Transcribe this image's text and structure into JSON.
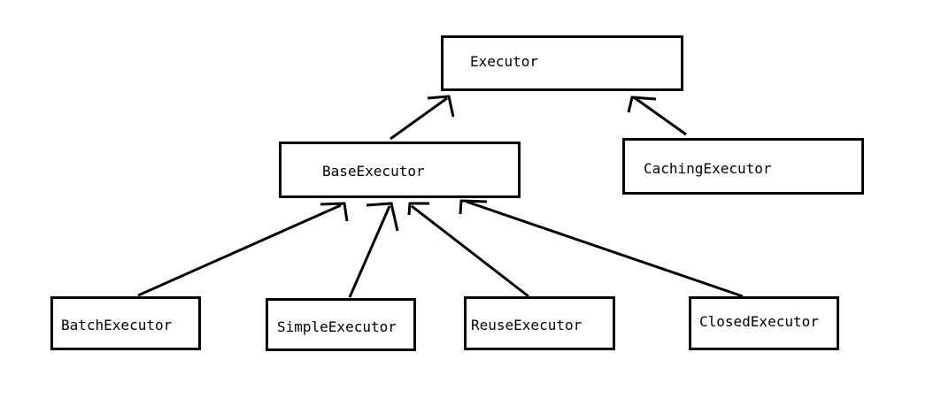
{
  "diagram": {
    "nodes": {
      "executor": "Executor",
      "base_executor": "BaseExecutor",
      "caching_executor": "CachingExecutor",
      "batch_executor": "BatchExecutor",
      "simple_executor": "SimpleExecutor",
      "reuse_executor": "ReuseExecutor",
      "closed_executor": "ClosedExecutor"
    },
    "edges": [
      {
        "from": "base_executor",
        "to": "executor"
      },
      {
        "from": "caching_executor",
        "to": "executor"
      },
      {
        "from": "batch_executor",
        "to": "base_executor"
      },
      {
        "from": "simple_executor",
        "to": "base_executor"
      },
      {
        "from": "reuse_executor",
        "to": "base_executor"
      },
      {
        "from": "closed_executor",
        "to": "base_executor"
      }
    ],
    "colors": {
      "stroke": "#000000",
      "background": "#ffffff"
    }
  }
}
